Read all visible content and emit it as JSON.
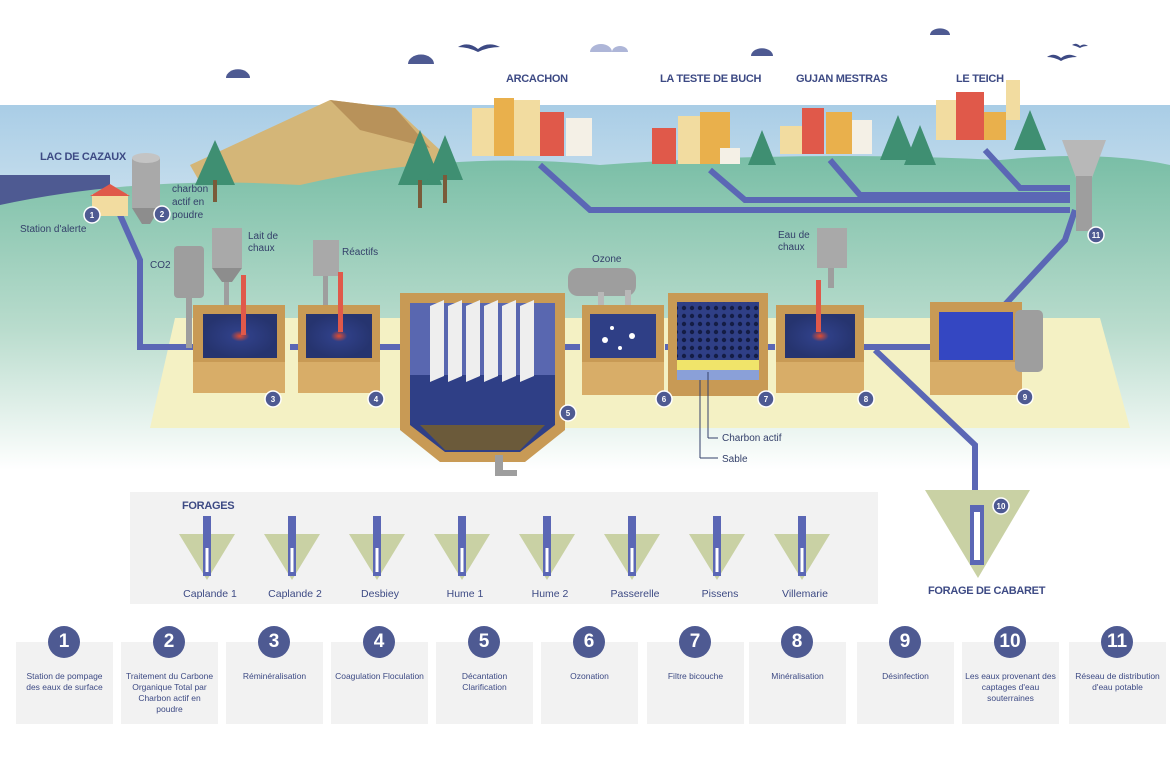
{
  "towns": {
    "arcachon": "ARCACHON",
    "teste": "LA TESTE DE BUCH",
    "gujan": "GUJAN MESTRAS",
    "teich": "LE TEICH"
  },
  "lake": "LAC DE CAZAUX",
  "labels": {
    "station": "Station d'alerte",
    "charbon1": "charbon",
    "charbon2": "actif en",
    "charbon3": "poudre",
    "co2": "CO2",
    "lait1": "Lait de",
    "lait2": "chaux",
    "reactifs": "Réactifs",
    "ozone": "Ozone",
    "eau1": "Eau de",
    "eau2": "chaux",
    "charbon_actif": "Charbon actif",
    "sable": "Sable"
  },
  "forages_title": "FORAGES",
  "wells": [
    "Caplande 1",
    "Caplande 2",
    "Desbiey",
    "Hume 1",
    "Hume 2",
    "Passerelle",
    "Pissens",
    "Villemarie"
  ],
  "cabaret": "FORAGE DE CABARET",
  "badges": [
    "1",
    "2",
    "3",
    "4",
    "5",
    "6",
    "7",
    "8",
    "9",
    "10",
    "11"
  ],
  "legend": [
    {
      "num": "1",
      "text": "Station de pompage des eaux de surface"
    },
    {
      "num": "2",
      "text": "Traitement du Carbone Organique Total par Charbon actif en poudre"
    },
    {
      "num": "3",
      "text": "Réminéralisation"
    },
    {
      "num": "4",
      "text": "Coagulation Floculation"
    },
    {
      "num": "5",
      "text": "Décantation Clarification"
    },
    {
      "num": "6",
      "text": "Ozonation"
    },
    {
      "num": "7",
      "text": "Filtre bicouche"
    },
    {
      "num": "8",
      "text": "Minéralisation"
    },
    {
      "num": "9",
      "text": "Désinfection"
    },
    {
      "num": "10",
      "text": "Les eaux provenant des captages d'eau souterraines"
    },
    {
      "num": "11",
      "text": "Réseau de distribution d'eau potable"
    }
  ],
  "colors": {
    "pipe": "#5b67b5",
    "badge": "#4e5a92",
    "ground": "#8fc7b0",
    "platform": "#f4f1c4",
    "tank": "#c89a55",
    "water": "#2f3f86"
  }
}
